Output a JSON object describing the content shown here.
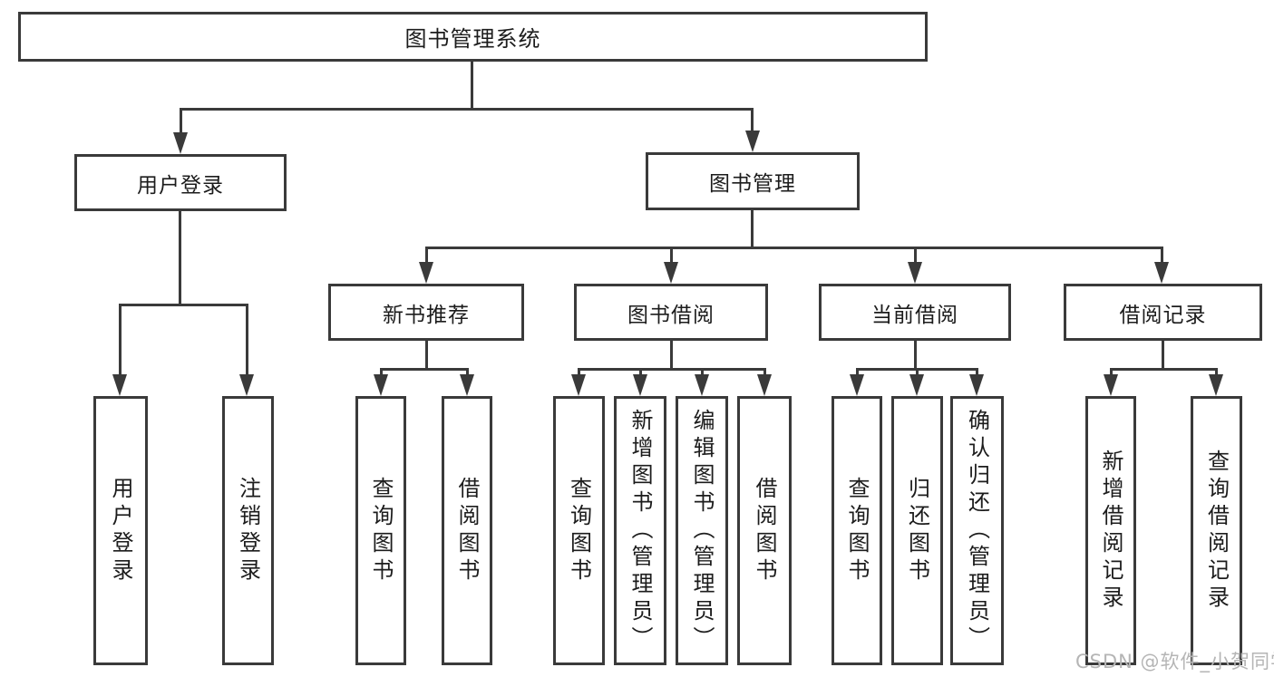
{
  "diagram": {
    "type": "hierarchy-tree",
    "title": "图书管理系统",
    "colors": {
      "line": "#3a3a3a",
      "box_border": "#3a3a3a",
      "text": "#1c1c1c",
      "background": "#ffffff",
      "watermark": "#b5b5b5"
    },
    "watermark": "CSDN @软件_小贺同学",
    "nodes": {
      "root": {
        "label": "图书管理系统"
      },
      "userLogin": {
        "label": "用户登录"
      },
      "bookMgmt": {
        "label": "图书管理"
      },
      "newBookRec": {
        "label": "新书推荐"
      },
      "bookBorrow": {
        "label": "图书借阅"
      },
      "currentBorrow": {
        "label": "当前借阅"
      },
      "borrowRecord": {
        "label": "借阅记录"
      },
      "leaves": [
        {
          "label": "用户登录",
          "parent": "用户登录"
        },
        {
          "label": "注销登录",
          "parent": "用户登录"
        },
        {
          "label": "查询图书",
          "parent": "新书推荐"
        },
        {
          "label": "借阅图书",
          "parent": "新书推荐"
        },
        {
          "label": "查询图书",
          "parent": "图书借阅"
        },
        {
          "label": "新增图书（管理员）",
          "parent": "图书借阅"
        },
        {
          "label": "编辑图书（管理员）",
          "parent": "图书借阅"
        },
        {
          "label": "借阅图书",
          "parent": "图书借阅"
        },
        {
          "label": "查询图书",
          "parent": "当前借阅"
        },
        {
          "label": "归还图书",
          "parent": "当前借阅"
        },
        {
          "label": "确认归还（管理员）",
          "parent": "当前借阅"
        },
        {
          "label": "新增借阅记录",
          "parent": "借阅记录"
        },
        {
          "label": "查询借阅记录",
          "parent": "借阅记录"
        }
      ]
    },
    "hierarchy": {
      "图书管理系统": [
        "用户登录",
        "图书管理"
      ],
      "用户登录": [
        "用户登录",
        "注销登录"
      ],
      "图书管理": [
        "新书推荐",
        "图书借阅",
        "当前借阅",
        "借阅记录"
      ],
      "新书推荐": [
        "查询图书",
        "借阅图书"
      ],
      "图书借阅": [
        "查询图书",
        "新增图书（管理员）",
        "编辑图书（管理员）",
        "借阅图书"
      ],
      "当前借阅": [
        "查询图书",
        "归还图书",
        "确认归还（管理员）"
      ],
      "借阅记录": [
        "新增借阅记录",
        "查询借阅记录"
      ]
    }
  }
}
